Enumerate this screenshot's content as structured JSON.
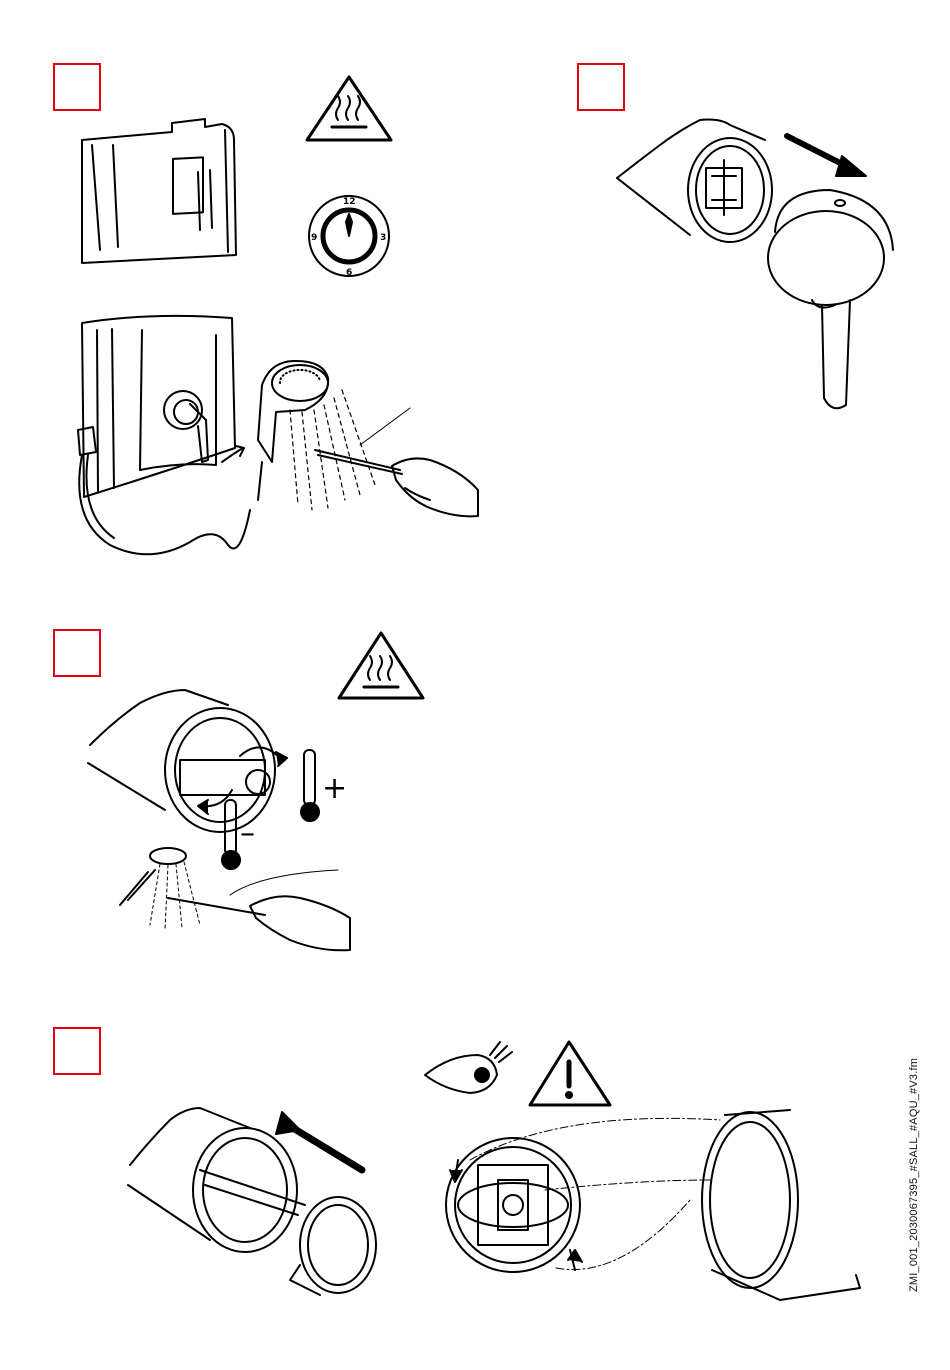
{
  "steps": [
    {
      "id": "step-1"
    },
    {
      "id": "step-2"
    },
    {
      "id": "step-3"
    },
    {
      "id": "step-4"
    }
  ],
  "clock": {
    "n12": "12",
    "n3": "3",
    "n6": "6",
    "n9": "9"
  },
  "adjust": {
    "plus": "+",
    "minus": "–"
  },
  "footer": {
    "doc_id": "ZMI_001_2030067395_#SALL_#AQU_#V3.fm"
  },
  "colors": {
    "step_box": "#e3000f",
    "line": "#000000"
  },
  "icons": [
    "hot-surface-warning-icon",
    "clock-icon",
    "thermometer-icon",
    "eye-icon",
    "caution-warning-icon",
    "arrow-icon"
  ]
}
